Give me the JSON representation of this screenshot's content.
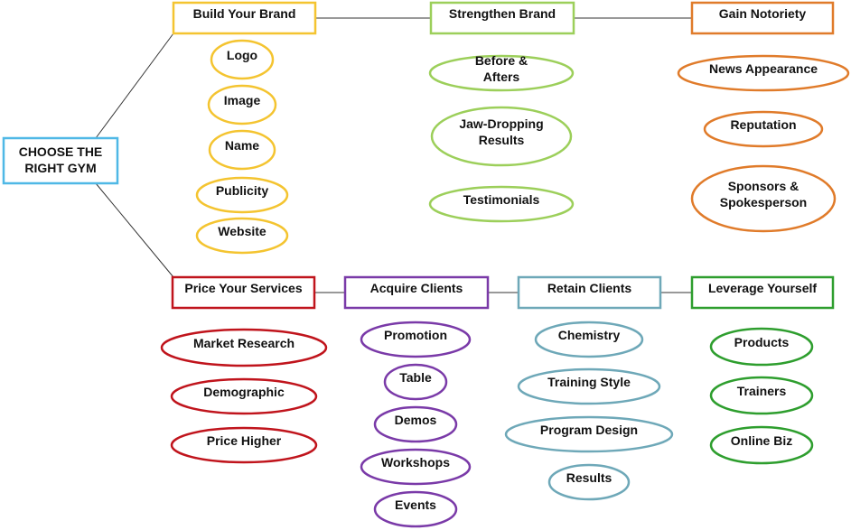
{
  "root": {
    "lines": [
      "CHOOSE THE",
      "RIGHT GYM"
    ],
    "color": "#4fb8e6"
  },
  "columns": [
    {
      "key": "build",
      "title": "Build Your Brand",
      "color": "#f4c430",
      "items": [
        {
          "lines": [
            "Logo"
          ]
        },
        {
          "lines": [
            "Image"
          ]
        },
        {
          "lines": [
            "Name"
          ]
        },
        {
          "lines": [
            "Publicity"
          ]
        },
        {
          "lines": [
            "Website"
          ]
        }
      ]
    },
    {
      "key": "strengthen",
      "title": "Strengthen Brand",
      "color": "#9ccf5a",
      "items": [
        {
          "lines": [
            "Before &",
            "Afters"
          ]
        },
        {
          "lines": [
            "Jaw-Dropping",
            "Results"
          ]
        },
        {
          "lines": [
            "Testimonials"
          ]
        }
      ]
    },
    {
      "key": "notoriety",
      "title": "Gain Notoriety",
      "color": "#e07b2a",
      "items": [
        {
          "lines": [
            "News Appearance"
          ]
        },
        {
          "lines": [
            "Reputation"
          ]
        },
        {
          "lines": [
            "Sponsors &",
            "Spokesperson"
          ]
        }
      ]
    },
    {
      "key": "price",
      "title": "Price Your Services",
      "color": "#c0141c",
      "items": [
        {
          "lines": [
            "Market Research"
          ]
        },
        {
          "lines": [
            "Demographic"
          ]
        },
        {
          "lines": [
            "Price Higher"
          ]
        }
      ]
    },
    {
      "key": "acquire",
      "title": "Acquire Clients",
      "color": "#7a3aa8",
      "items": [
        {
          "lines": [
            "Promotion"
          ]
        },
        {
          "lines": [
            "Table"
          ]
        },
        {
          "lines": [
            "Demos"
          ]
        },
        {
          "lines": [
            "Workshops"
          ]
        },
        {
          "lines": [
            "Events"
          ]
        }
      ]
    },
    {
      "key": "retain",
      "title": "Retain Clients",
      "color": "#6ea8b8",
      "items": [
        {
          "lines": [
            "Chemistry"
          ]
        },
        {
          "lines": [
            "Training Style"
          ]
        },
        {
          "lines": [
            "Program Design"
          ]
        },
        {
          "lines": [
            "Results"
          ]
        }
      ]
    },
    {
      "key": "leverage",
      "title": "Leverage Yourself",
      "color": "#2e9e2e",
      "items": [
        {
          "lines": [
            "Products"
          ]
        },
        {
          "lines": [
            "Trainers"
          ]
        },
        {
          "lines": [
            "Online Biz"
          ]
        }
      ]
    }
  ],
  "connector_color": "#333333"
}
